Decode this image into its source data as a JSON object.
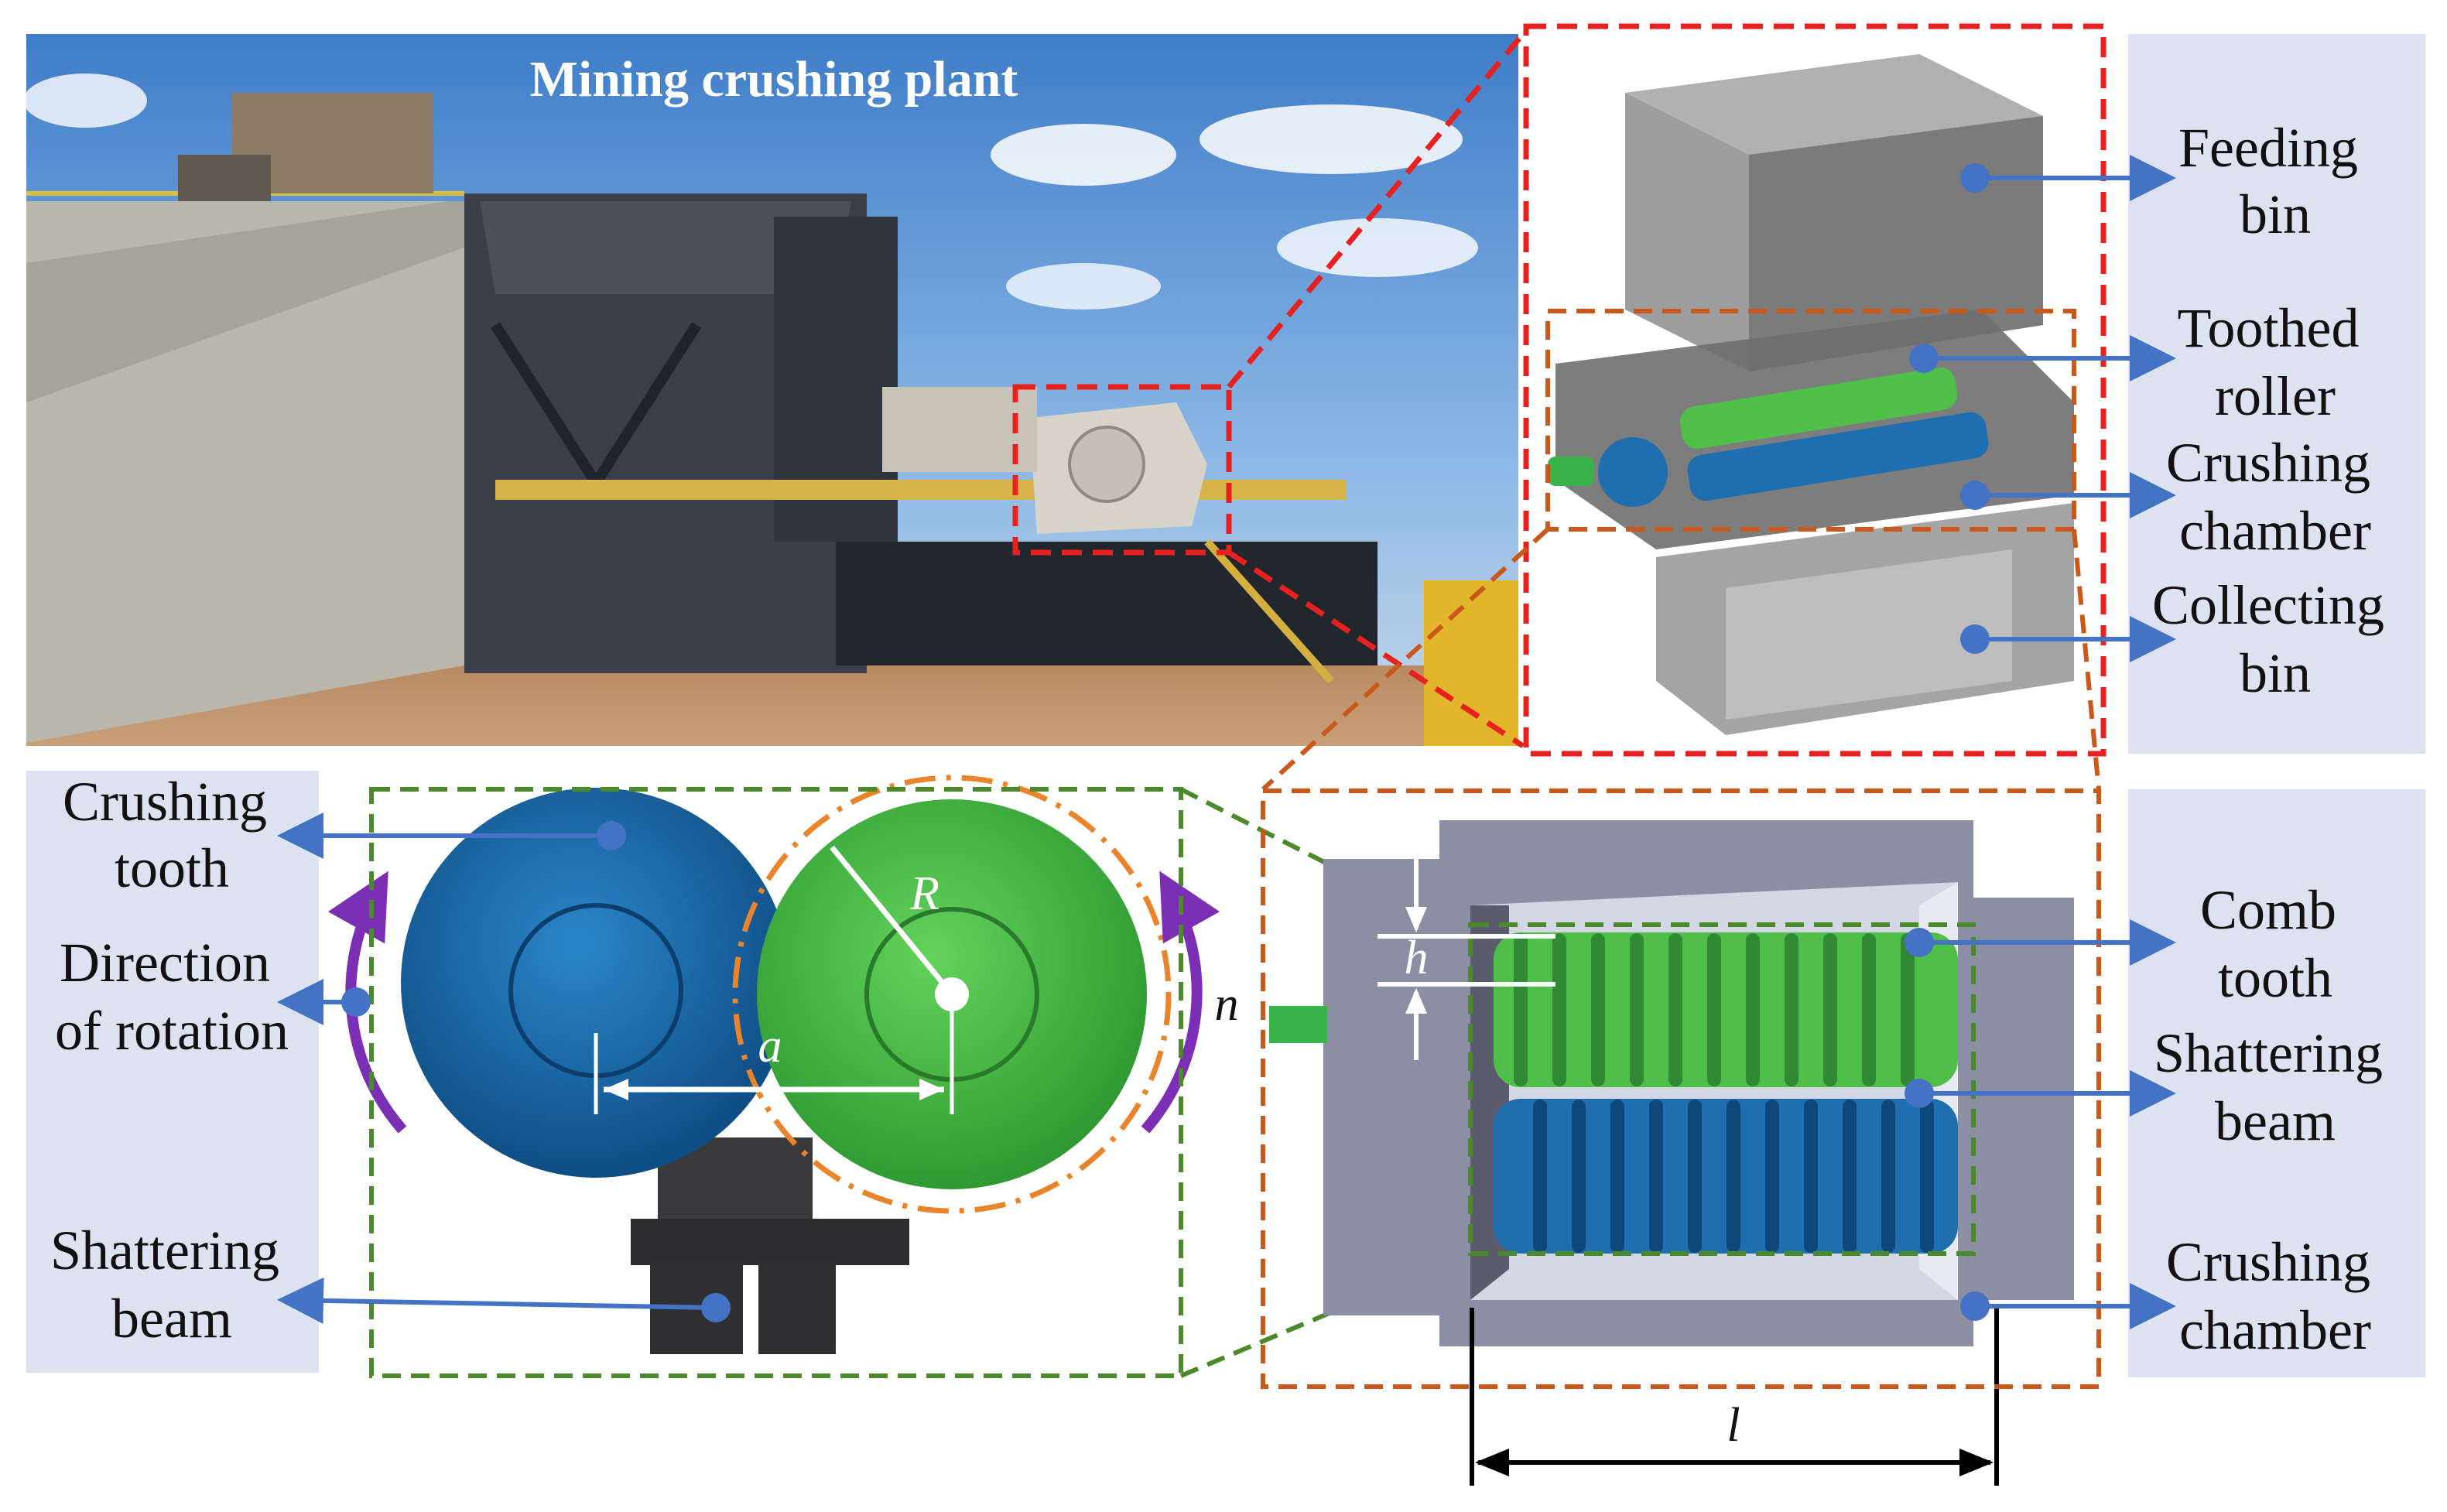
{
  "figure": {
    "photo_title": "Mining crushing plant",
    "right_top_labels": [
      [
        "Feeding",
        "bin"
      ],
      [
        "Toothed",
        "roller"
      ],
      [
        "Crushing",
        "chamber"
      ],
      [
        "Collecting",
        "bin"
      ]
    ],
    "left_bottom_labels": [
      [
        "Crushing",
        "tooth"
      ],
      [
        "Direction",
        "of rotation"
      ],
      [
        "Shattering",
        "beam"
      ]
    ],
    "right_bottom_labels": [
      [
        "Comb",
        "tooth"
      ],
      [
        "Shattering",
        "beam"
      ],
      [
        "Crushing",
        "chamber"
      ]
    ],
    "symbols": {
      "radius": "R",
      "center_distance": "a",
      "speed": "n",
      "gap": "h",
      "length": "l"
    },
    "colors": {
      "label_panel": "#dde2f1",
      "arrow": "#4472c4",
      "red_dash": "#e8201e",
      "orange_dash": "#c9581a",
      "green_dash": "#4a8a2a",
      "rotation_arrow": "#7a2fb5",
      "blue_roller": "#1f6fb0",
      "green_roller": "#4fbf4a"
    }
  }
}
